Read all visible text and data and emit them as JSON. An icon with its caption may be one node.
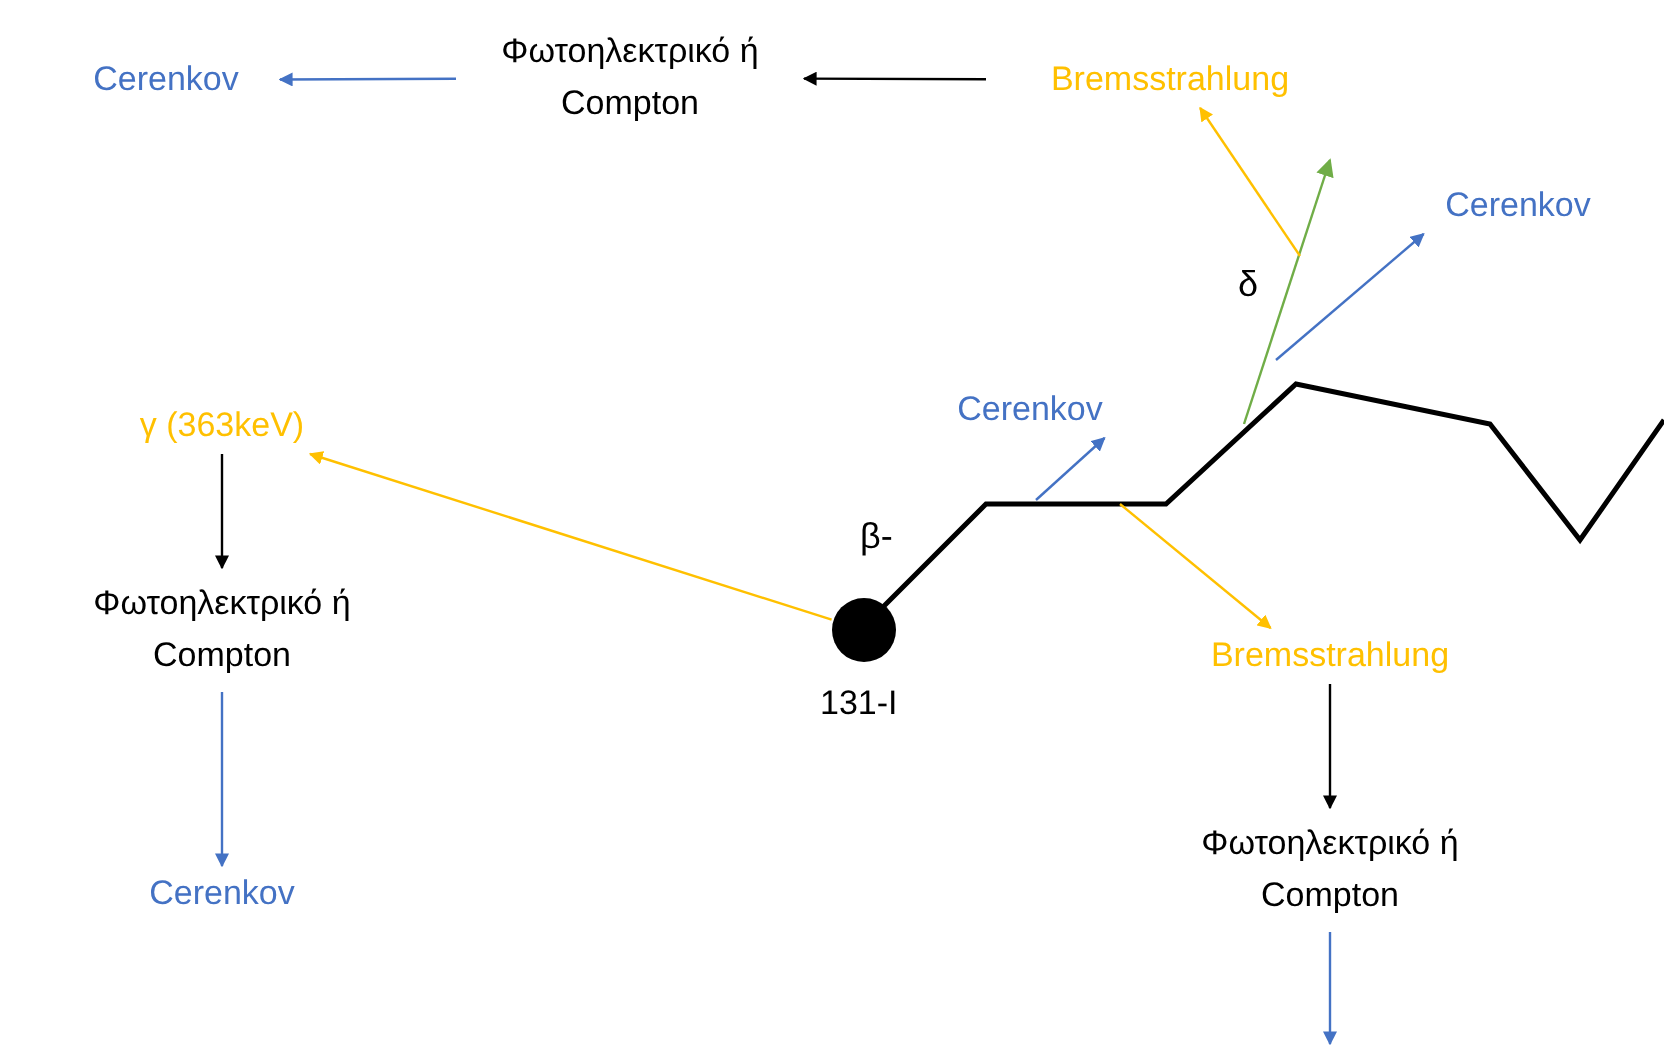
{
  "diagram": {
    "nodes": [
      {
        "text": [
          "Cerenkov"
        ]
      },
      {
        "text": [
          "Φωτοηλεκτρικό ή Compton"
        ]
      },
      {
        "text": [
          "Bremsstrahlung"
        ]
      },
      {
        "text": [
          "γ (363keV)"
        ]
      },
      {
        "text": [
          "Φωτοηλεκτρικό ή Compton"
        ]
      },
      {
        "text": [
          "Cerenkov"
        ]
      },
      {
        "text": [],
        "shape": "circle",
        "beside": [
          "131-I"
        ]
      },
      {
        "text": [
          "Cerenkov"
        ]
      },
      {
        "text": [
          "Bremsstrahlung"
        ]
      },
      {
        "text": [
          "Φωτοηλεκτρικό ή Compton"
        ]
      },
      {
        "text": [
          "Cerenkov"
        ]
      }
    ],
    "edges": [
      {
        "from": 1,
        "to": 0,
        "arrow": "to",
        "color": "#4472c4"
      },
      {
        "from": 2,
        "to": 1,
        "arrow": "to",
        "color": "#000000"
      },
      {
        "from": 6,
        "to": 3,
        "arrow": "to",
        "color": "#ffc000"
      },
      {
        "from": 3,
        "to": 4,
        "arrow": "to",
        "color": "#000000"
      },
      {
        "from": 4,
        "to": 5,
        "arrow": "to",
        "color": "#4472c4"
      },
      {
        "from": null,
        "to": 7,
        "arrow": "to",
        "color": "#4472c4"
      },
      {
        "from": null,
        "to": 8,
        "arrow": "to",
        "color": "#ffc000"
      },
      {
        "from": 8,
        "to": 9,
        "arrow": "to",
        "color": "#000000"
      },
      {
        "from": 9,
        "to": null,
        "arrow": "to",
        "color": "#4472c4"
      },
      {
        "from": null,
        "to": 2,
        "arrow": "to",
        "color": "#ffc000"
      },
      {
        "from": null,
        "to": 10,
        "arrow": "to",
        "color": "#4472c4"
      }
    ],
    "labels": [
      "β-",
      "δ"
    ]
  }
}
